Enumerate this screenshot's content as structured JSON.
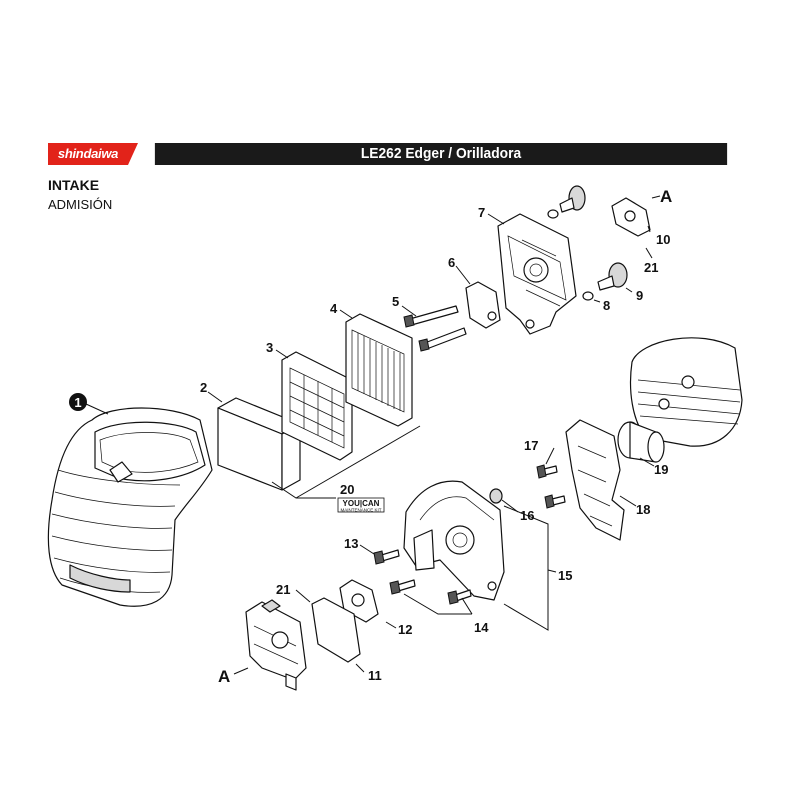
{
  "header": {
    "brand": "shindaiwa",
    "title": "LE262 Edger / Orilladora"
  },
  "section": {
    "title": "INTAKE",
    "subtitle": "ADMISIÓN"
  },
  "callouts": {
    "c1": "1",
    "c2": "2",
    "c3": "3",
    "c4": "4",
    "c5": "5",
    "c6": "6",
    "c7": "7",
    "c8": "8",
    "c9": "9",
    "c10": "10",
    "c11": "11",
    "c12": "12",
    "c13": "13",
    "c14": "14",
    "c15": "15",
    "c16": "16",
    "c17": "17",
    "c18": "18",
    "c19": "19",
    "c20": "20",
    "c21a": "21",
    "c21b": "21",
    "ref_a_top": "A",
    "ref_a_bottom": "A"
  },
  "maintenance_kit": {
    "line1": "YOU|CAN",
    "line2": "MAINTENANCE KIT"
  }
}
